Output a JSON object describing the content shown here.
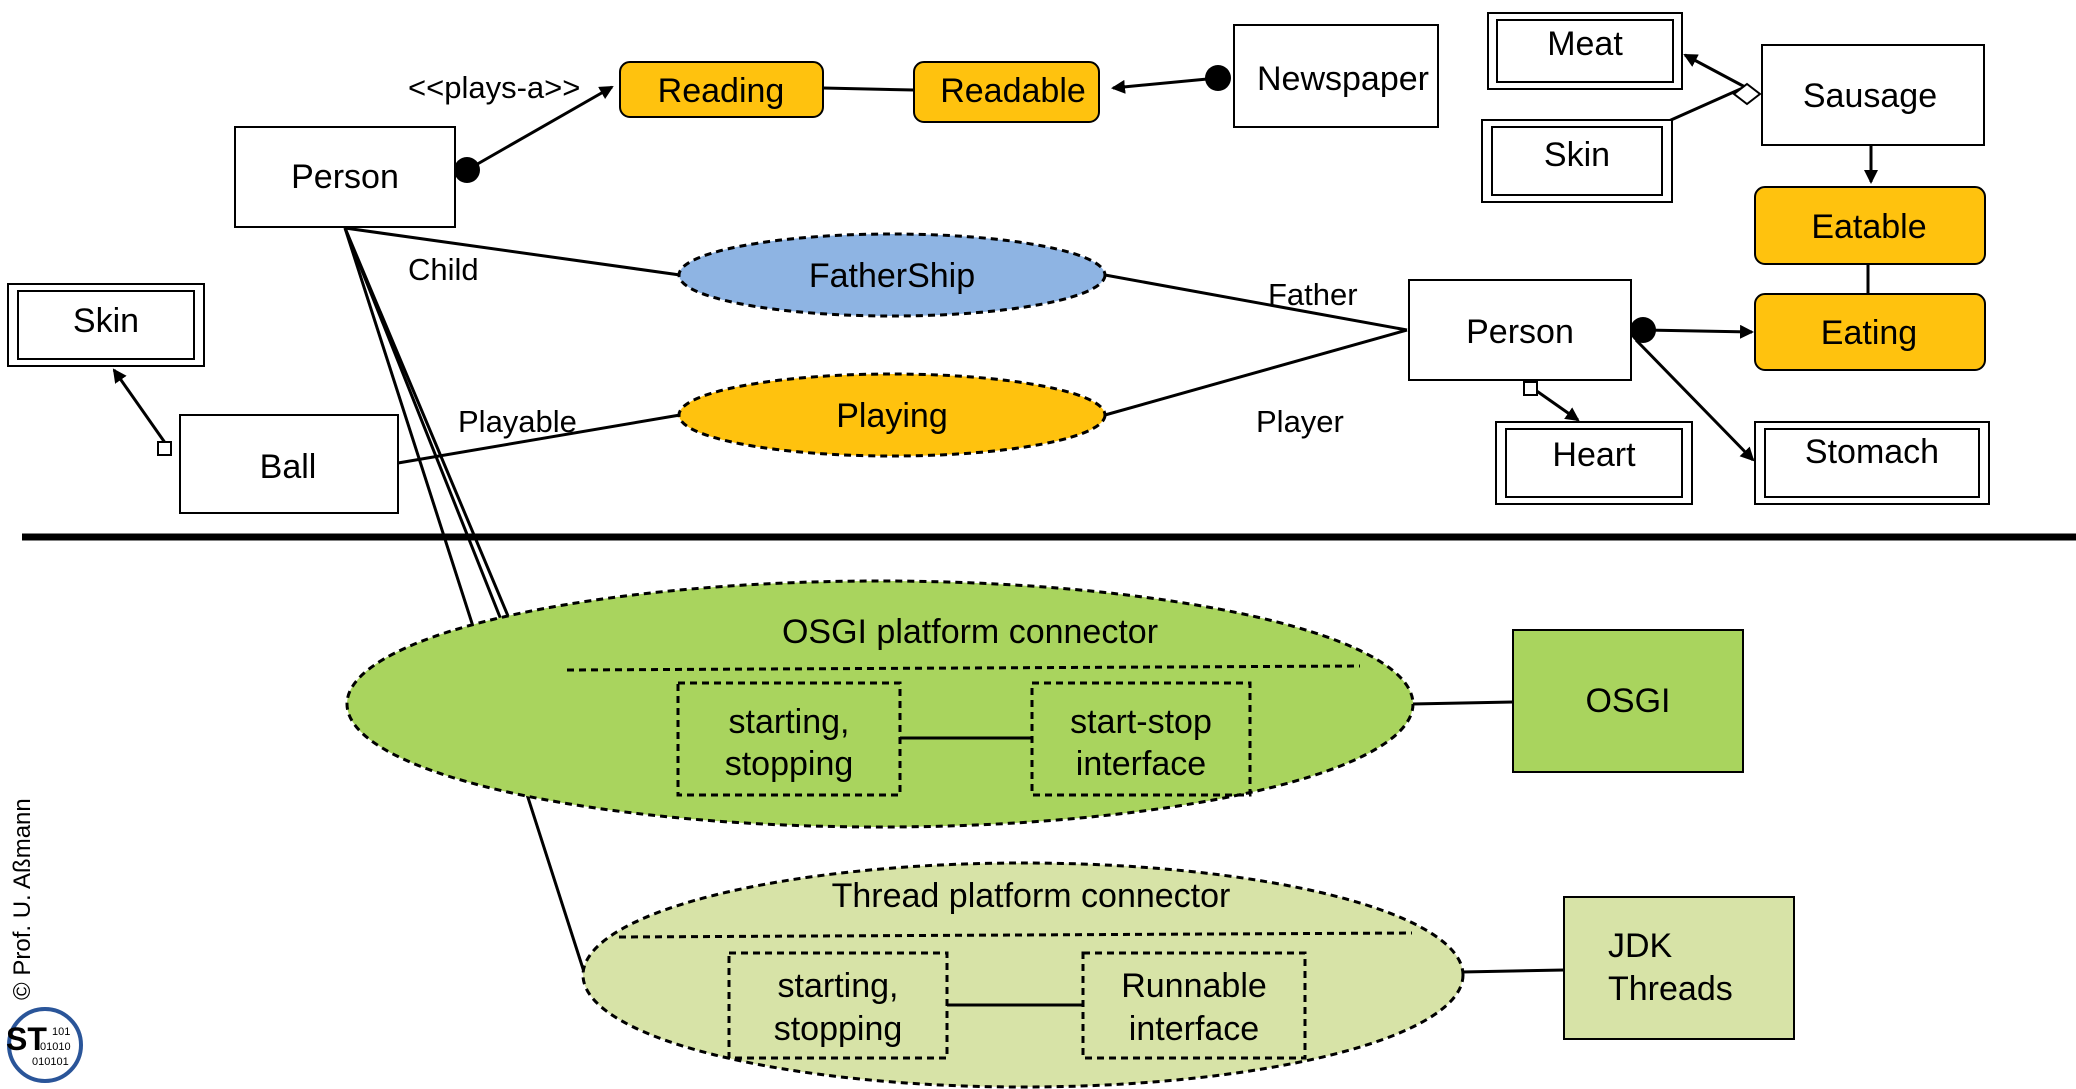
{
  "colors": {
    "orange": "#FFC20E",
    "blue": "#8EB4E3",
    "green_bright": "#A9D45E",
    "green_pale": "#D7E3A7"
  },
  "nodes": {
    "person_left": "Person",
    "reading": "Reading",
    "readable": "Readable",
    "newspaper": "Newspaper",
    "meat": "Meat",
    "skin_top": "Skin",
    "sausage": "Sausage",
    "eatable": "Eatable",
    "eating": "Eating",
    "fathership": "FatherShip",
    "person_right": "Person",
    "skin_left": "Skin",
    "ball": "Ball",
    "playing": "Playing",
    "heart": "Heart",
    "stomach": "Stomach",
    "osgi_connector": "OSGI platform connector",
    "osgi_starting_1": "starting,",
    "osgi_starting_2": "stopping",
    "osgi_interface_1": "start-stop",
    "osgi_interface_2": "interface",
    "osgi": "OSGI",
    "thread_connector": "Thread platform connector",
    "thread_starting_1": "starting,",
    "thread_starting_2": "stopping",
    "thread_interface_1": "Runnable",
    "thread_interface_2": "interface",
    "jdk_1": "JDK",
    "jdk_2": "Threads"
  },
  "labels": {
    "plays_a": "<<plays-a>>",
    "child": "Child",
    "father": "Father",
    "playable": "Playable",
    "player": "Player"
  },
  "footer": {
    "copyright": "© Prof. U. Aßmann",
    "logo": "ST"
  }
}
